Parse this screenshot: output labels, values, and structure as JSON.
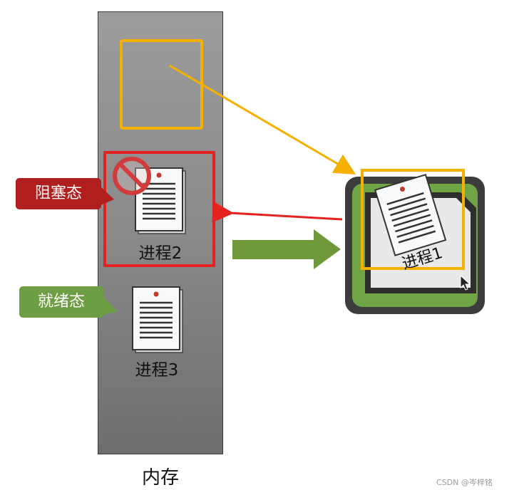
{
  "memory": {
    "label": "内存"
  },
  "states": {
    "blocked": "阻塞态",
    "ready": "就绪态"
  },
  "processes": {
    "p1": "进程1",
    "p2": "进程2",
    "p3": "进程3"
  },
  "colors": {
    "memory_fill": "#8a8a8a",
    "slot_highlight": "#f5b000",
    "blocked": "#e52222",
    "blocked_badge": "#b01e1e",
    "ready_badge": "#6e9e44",
    "cpu_green": "#6fa544",
    "arrow_green": "#6f9a3c"
  },
  "icons": {
    "process": "document-icon",
    "blocked": "prohibited-icon",
    "cpu": "cpu-chip-icon",
    "cursor": "mouse-cursor-icon"
  },
  "watermark": "CSDN @岑梓铭"
}
